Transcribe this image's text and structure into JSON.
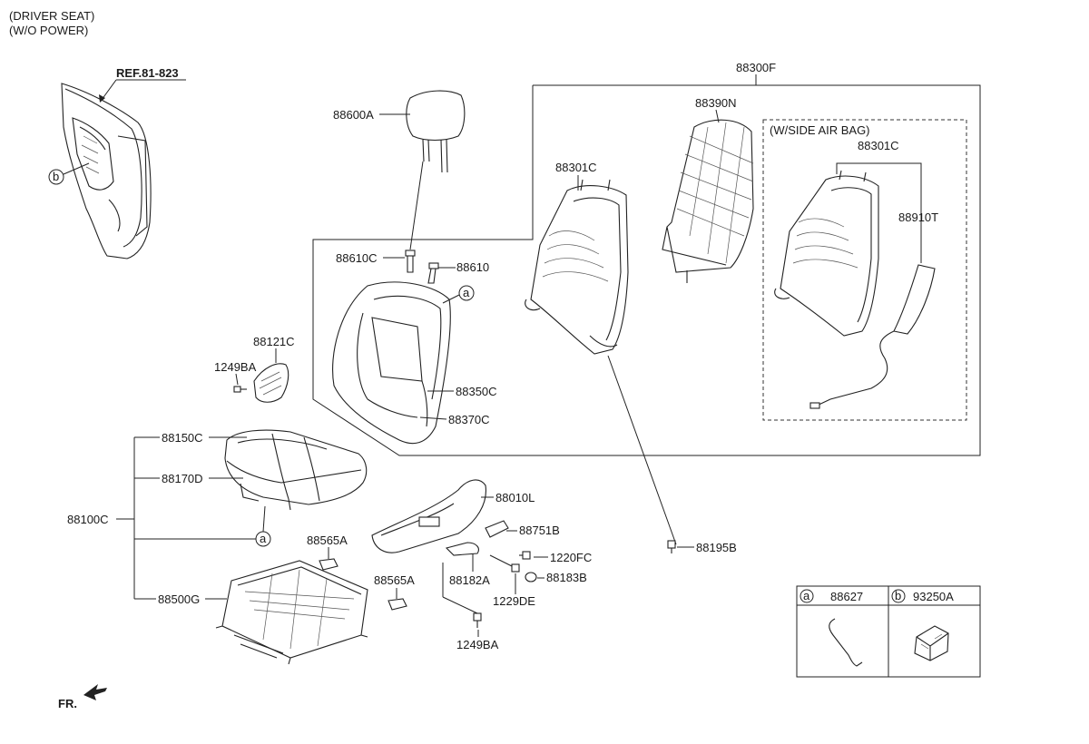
{
  "notes": {
    "line1": "(DRIVER SEAT)",
    "line2": "(W/O POWER)"
  },
  "reference": "REF.81-823",
  "group_labels": {
    "seat_back_frame_assy": "88300F",
    "side_airbag_group": "(W/SIDE AIR BAG)"
  },
  "part_labels": {
    "p88600A": "88600A",
    "p88610C": "88610C",
    "p88610": "88610",
    "p88121C": "88121C",
    "p1249BA_top": "1249BA",
    "p88350C": "88350C",
    "p88370C": "88370C",
    "p88301C_left": "88301C",
    "p88390N": "88390N",
    "p88301C_right": "88301C",
    "p88910T": "88910T",
    "p88150C": "88150C",
    "p88170D": "88170D",
    "p88100C": "88100C",
    "p88565A_top": "88565A",
    "p88565A_bottom": "88565A",
    "p88500G": "88500G",
    "p88010L": "88010L",
    "p88751B": "88751B",
    "p1220FC": "1220FC",
    "p88182A": "88182A",
    "p88183B": "88183B",
    "p1229DE": "1229DE",
    "p1249BA_bottom": "1249BA",
    "p88195B": "88195B"
  },
  "callouts": {
    "a": "a",
    "b": "b"
  },
  "legend_table": {
    "cells": [
      {
        "callout": "a",
        "part": "88627"
      },
      {
        "callout": "b",
        "part": "93250A"
      }
    ]
  },
  "direction_marker": "FR."
}
